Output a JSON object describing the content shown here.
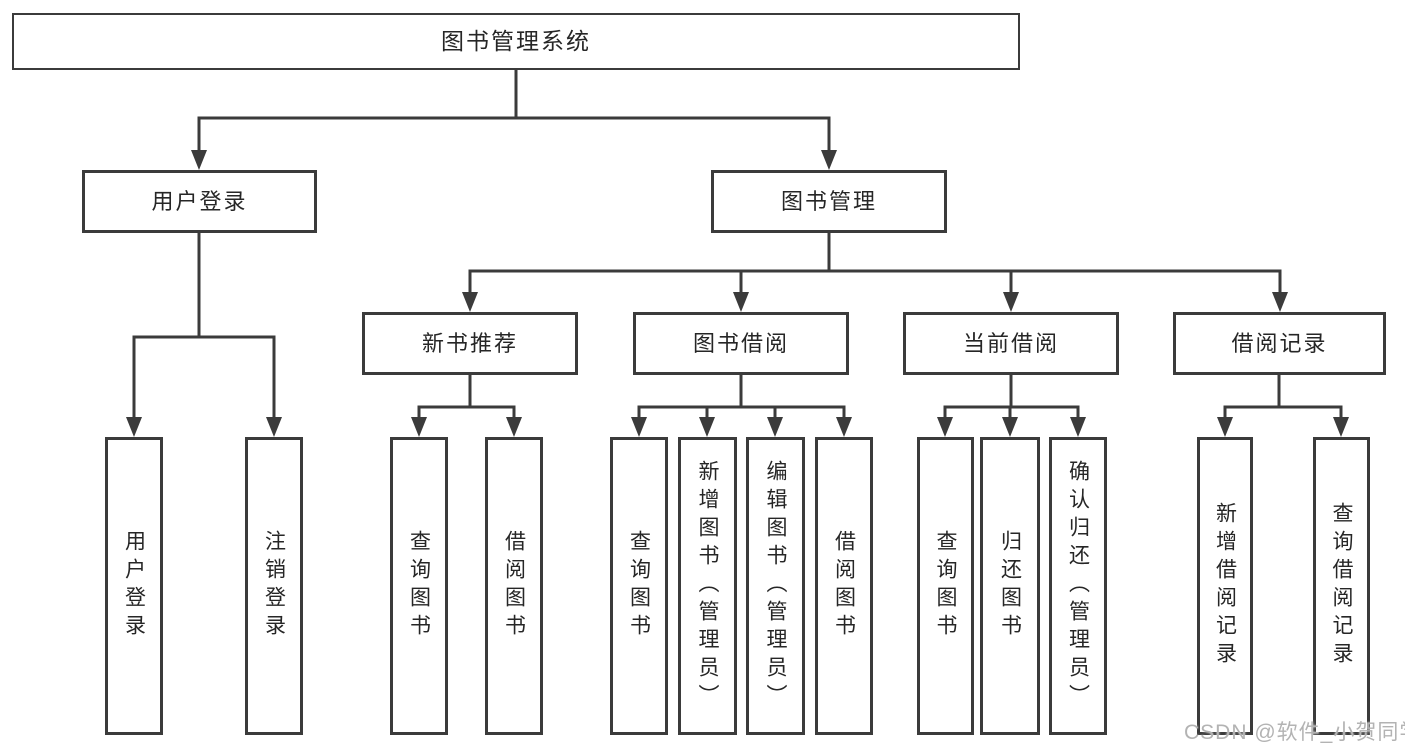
{
  "diagram": {
    "root": {
      "label": "图书管理系统"
    },
    "level2": [
      {
        "label": "用户登录"
      },
      {
        "label": "图书管理"
      }
    ],
    "level3": [
      {
        "label": "新书推荐"
      },
      {
        "label": "图书借阅"
      },
      {
        "label": "当前借阅"
      },
      {
        "label": "借阅记录"
      }
    ],
    "leaves": [
      {
        "label": "用户登录"
      },
      {
        "label": "注销登录"
      },
      {
        "label": "查询图书"
      },
      {
        "label": "借阅图书"
      },
      {
        "label": "查询图书"
      },
      {
        "label": "新增图书（管理员）"
      },
      {
        "label": "编辑图书（管理员）"
      },
      {
        "label": "借阅图书"
      },
      {
        "label": "查询图书"
      },
      {
        "label": "归还图书"
      },
      {
        "label": "确认归还（管理员）"
      },
      {
        "label": "新增借阅记录"
      },
      {
        "label": "查询借阅记录"
      }
    ]
  },
  "watermark": {
    "text": "CSDN @软件_小贺同学"
  },
  "colors": {
    "line": "#3b3b3b",
    "text": "#262626",
    "background": "#ffffff",
    "watermark": "#b3b3b3"
  }
}
